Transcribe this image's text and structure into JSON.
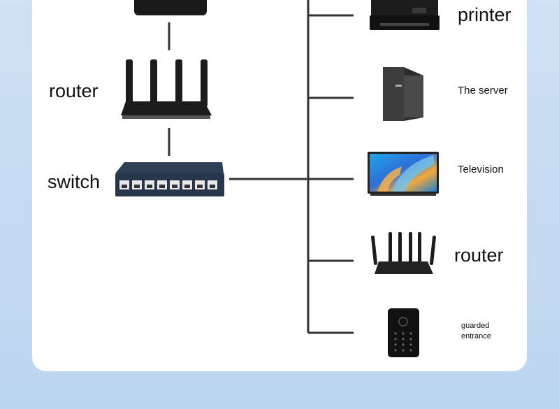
{
  "labels": {
    "router_left": "router",
    "switch": "switch",
    "printer": "printer",
    "server": "The server",
    "television": "Television",
    "router_right": "router",
    "guarded_line1": "guarded",
    "guarded_line2": "entrance"
  },
  "icons": [
    "modem-icon",
    "router-icon",
    "switch-icon",
    "printer-icon",
    "server-icon",
    "television-icon",
    "wifi-router-icon",
    "access-control-icon"
  ],
  "colors": {
    "background": "#c7dcf2",
    "card": "#ffffff",
    "line": "#333333",
    "device": "#1c1c1c"
  }
}
